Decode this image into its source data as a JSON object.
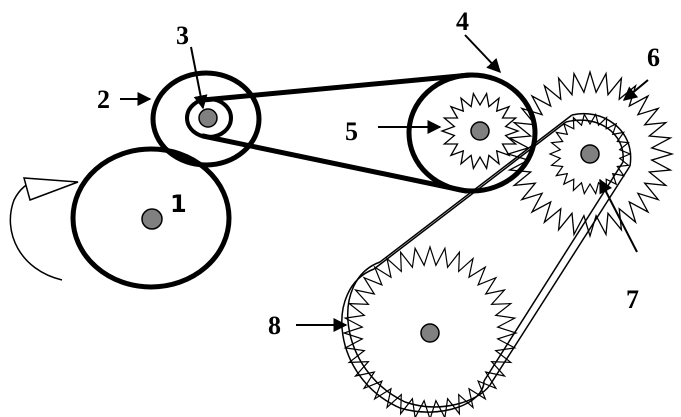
{
  "labels": {
    "l1": "1",
    "l2": "2",
    "l3": "3",
    "l4": "4",
    "l5": "5",
    "l6": "6",
    "l7": "7",
    "l8": "8"
  },
  "colors": {
    "stroke": "#000000",
    "axle": "#808080",
    "background": "#ffffff"
  }
}
